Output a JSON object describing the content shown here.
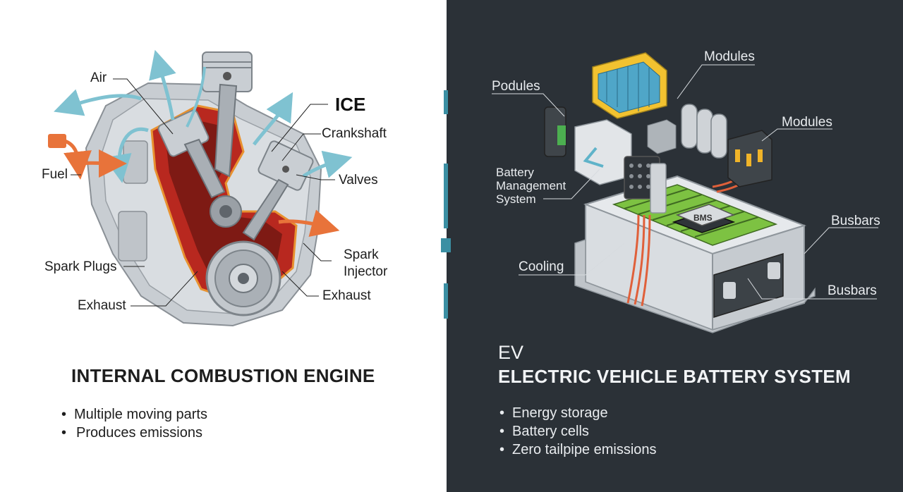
{
  "ice": {
    "tag": "ICE",
    "labels": {
      "air": "Air",
      "fuel": "Fuel",
      "crankshaft": "Crankshaft",
      "valves": "Valves",
      "spark_plugs": "Spark Plugs",
      "spark_injector": "Spark\nInjector",
      "exhaust_left": "Exhaust",
      "exhaust_right": "Exhaust"
    },
    "title": "INTERNAL COMBUSTION ENGINE",
    "bullets": [
      "Multiple moving parts",
      "Produces emissions"
    ]
  },
  "ev": {
    "tag": "EV",
    "title": "ELECTRIC VEHICLE BATTERY SYSTEM",
    "labels": {
      "podules": "Podules",
      "modules_top": "Modules",
      "modules_right": "Modules",
      "bms_system": "Battery\nManagement\nSystem",
      "cooling": "Cooling",
      "busbars_top": "Busbars",
      "busbars_bottom": "Busbars",
      "bms_chip": "BMS"
    },
    "bullets": [
      "Energy storage",
      "Battery cells",
      "Zero tailpipe emissions"
    ]
  },
  "colors": {
    "left_bg": "#ffffff",
    "right_bg": "#2b3137",
    "accent_teal": "#3b8fa3",
    "engine_red": "#b8281f",
    "flow_blue": "#7fc2d1",
    "flow_orange": "#e8733a",
    "cell_green": "#7dc242"
  }
}
